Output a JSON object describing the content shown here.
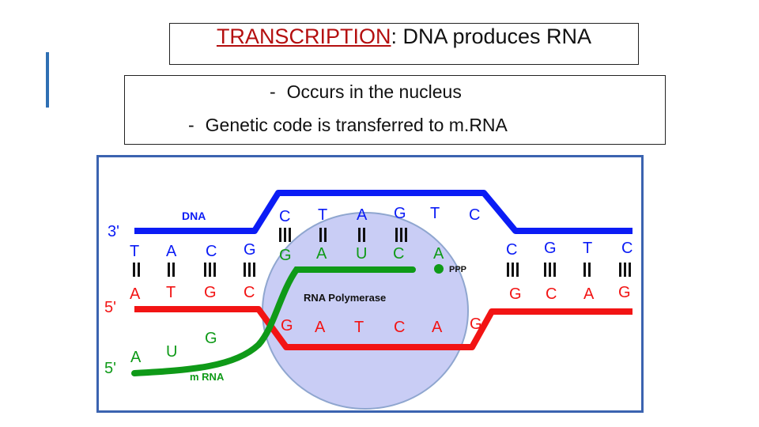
{
  "slide": {
    "title_key": "TRANSCRIPTION",
    "title_rest": ":  DNA produces RNA",
    "bullets": [
      {
        "dash": "-",
        "text": "Occurs in the nucleus"
      },
      {
        "dash": "-",
        "text": "Genetic code is transferred to m.RNA"
      }
    ]
  },
  "diagram": {
    "labels": {
      "dna": "DNA",
      "three_prime": "3'",
      "five_prime_top": "5'",
      "five_prime_bottom": "5'",
      "polymerase": "RNA Polymerase",
      "mrna": "m RNA",
      "ppp": "PPP"
    },
    "bases": {
      "top_left": [
        "T",
        "A",
        "C",
        "G"
      ],
      "top_bubble": [
        "C",
        "T",
        "A",
        "G",
        "T",
        "C"
      ],
      "top_right": [
        "C",
        "G",
        "T",
        "C"
      ],
      "bottom_left": [
        "A",
        "T",
        "G",
        "C"
      ],
      "bottom_bubble": [
        "G",
        "A",
        "T",
        "C",
        "A",
        "G"
      ],
      "bottom_right": [
        "G",
        "C",
        "A",
        "G"
      ],
      "rna_left": [
        "A",
        "U",
        "G"
      ],
      "rna_bubble": [
        "G",
        "A",
        "U",
        "C",
        "A"
      ]
    },
    "colors": {
      "dna_top": "#0b1cf5",
      "dna_bottom": "#f21414",
      "rna": "#0f9a18",
      "nucleus": "#c9cdf5",
      "frame": "#3b63b0"
    }
  }
}
